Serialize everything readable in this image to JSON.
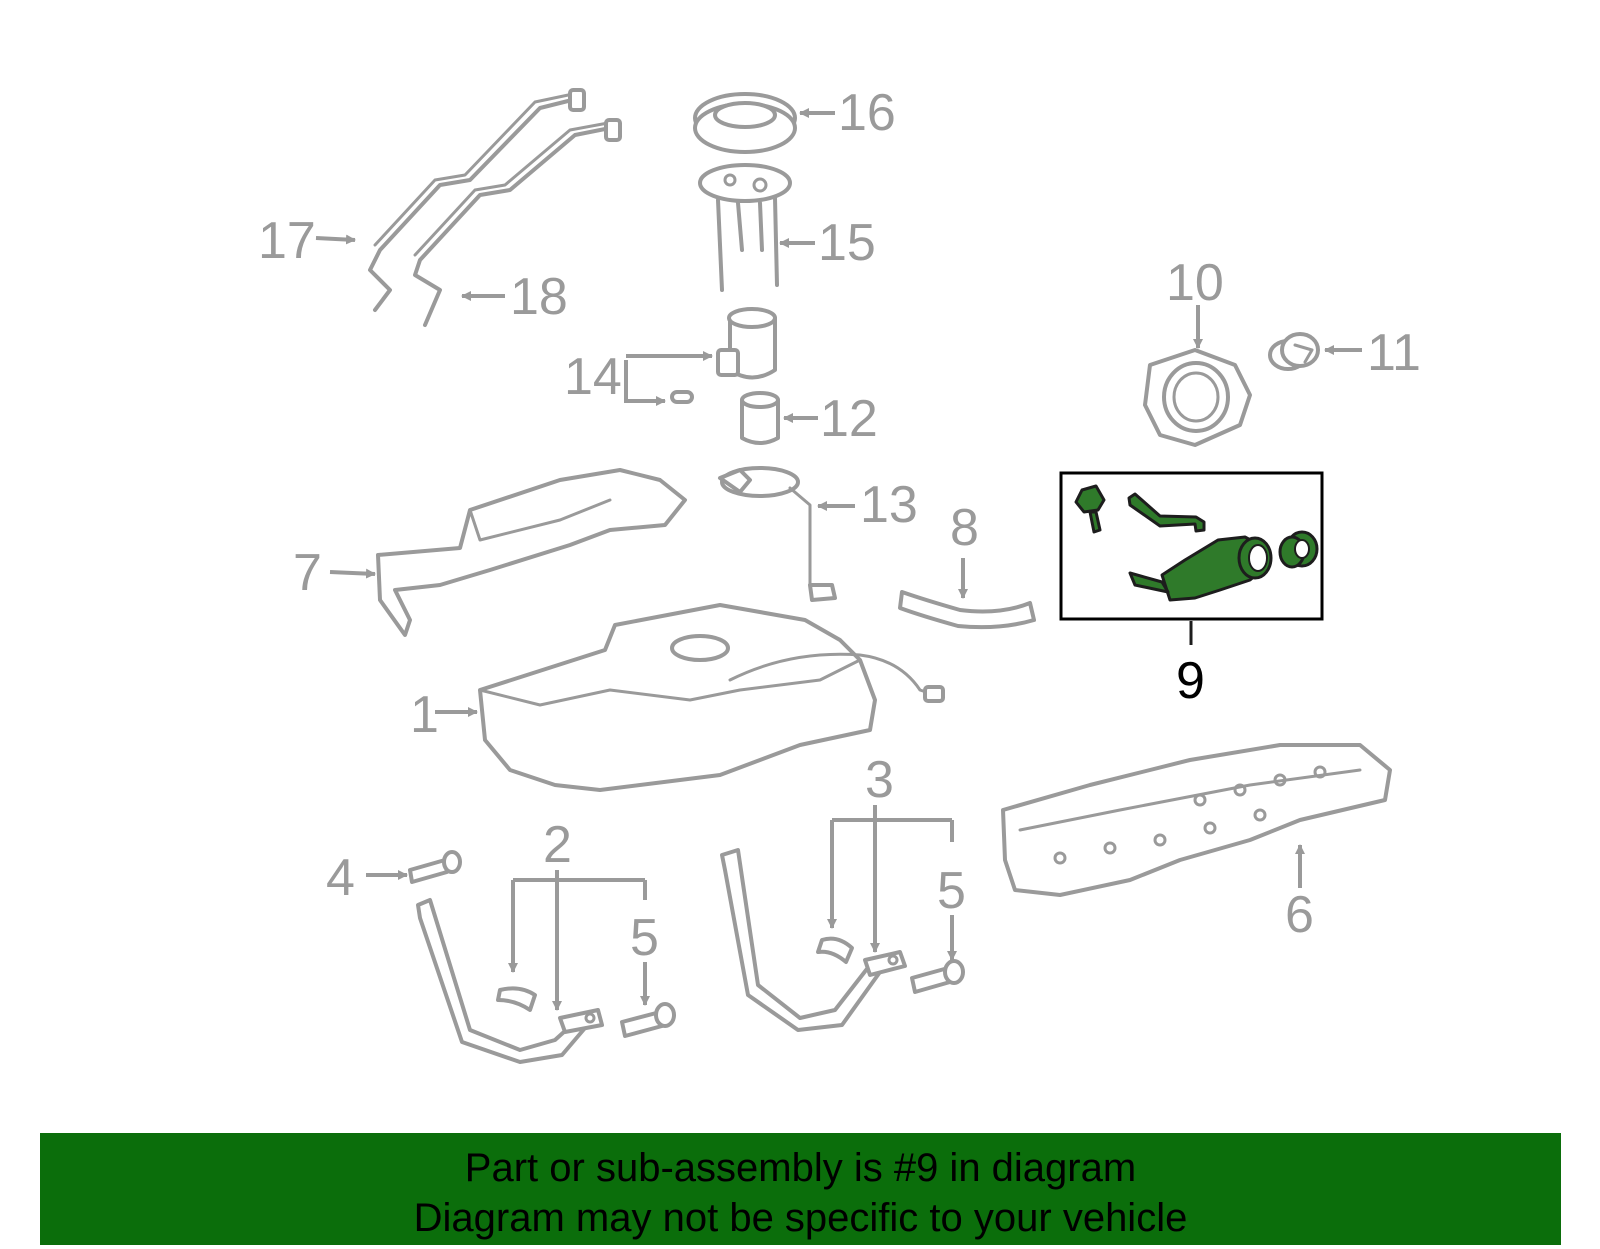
{
  "callouts": {
    "c1": "1",
    "c2": "2",
    "c3": "3",
    "c4": "4",
    "c5a": "5",
    "c5b": "5",
    "c6": "6",
    "c7": "7",
    "c8": "8",
    "c9": "9",
    "c10": "10",
    "c11": "11",
    "c12": "12",
    "c13": "13",
    "c14": "14",
    "c15": "15",
    "c16": "16",
    "c17": "17",
    "c18": "18"
  },
  "highlighted_part": "9",
  "banner": {
    "line1": "Part or sub-assembly is #9 in diagram",
    "line2": "Diagram may not be specific to your vehicle"
  },
  "colors": {
    "part_gray": "#9a9a9a",
    "highlight_green": "#2f7a2a",
    "banner_green": "#0b6e0b",
    "text_black": "#000000"
  }
}
